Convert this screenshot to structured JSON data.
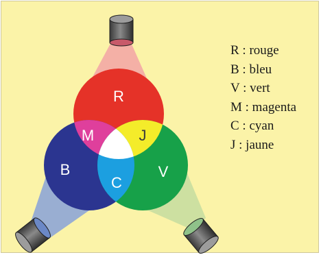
{
  "circles": {
    "red": {
      "label": "R",
      "color": "#e53228"
    },
    "blue": {
      "label": "B",
      "color": "#2b3590"
    },
    "green": {
      "label": "V",
      "color": "#17a149"
    }
  },
  "overlaps": {
    "magenta": {
      "label": "M",
      "color": "#df3f9c"
    },
    "yellow": {
      "label": "J",
      "color": "#f4ec2a"
    },
    "cyan": {
      "label": "C",
      "color": "#1c9fe0"
    },
    "white_center": {
      "color": "#ffffff"
    }
  },
  "legend": [
    {
      "text": "R : rouge"
    },
    {
      "text": "B : bleu"
    },
    {
      "text": "V : vert"
    },
    {
      "text": "M : magenta"
    },
    {
      "text": "C : cyan"
    },
    {
      "text": "J : jaune"
    }
  ],
  "colors": {
    "background": "#fbf3a8",
    "projector_body": "#5a5a5a",
    "beam_red": "#f2a3a6",
    "beam_blue": "#8ea6d6",
    "beam_green": "#c8dea0"
  },
  "icons": [
    "projector-top",
    "projector-bottom-left",
    "projector-bottom-right"
  ]
}
